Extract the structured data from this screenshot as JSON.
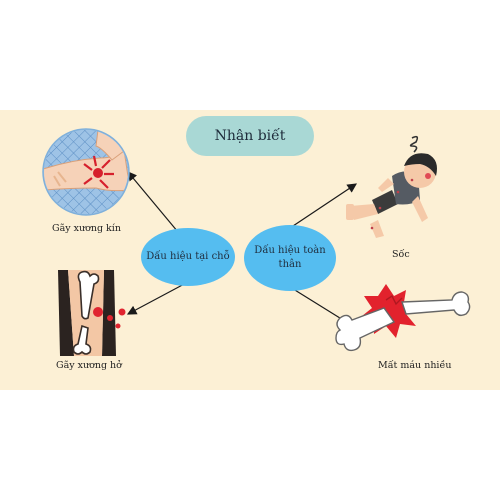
{
  "title": "Nhận biết",
  "nodes": {
    "local": "Dấu hiệu tại chỗ",
    "general_line1": "Dấu hiệu toàn",
    "general_line2": "thân"
  },
  "captions": {
    "closed_fracture": "Gãy xương kín",
    "open_fracture": "Gãy xương hở",
    "shock": "Sốc",
    "blood_loss": "Mất máu nhiều"
  },
  "colors": {
    "background": "#fcf0d5",
    "title_pill": "#a9d8d5",
    "node": "#55bdf0"
  },
  "icons": [
    "arm-injury-icon",
    "open-fracture-icon",
    "fainted-boy-icon",
    "broken-bone-icon"
  ]
}
